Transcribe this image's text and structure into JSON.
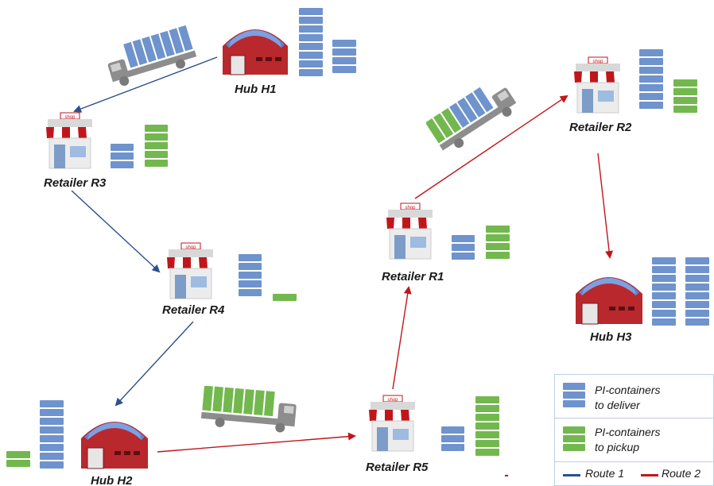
{
  "nodes": {
    "hub_h1": {
      "label": "Hub  H1"
    },
    "hub_h2": {
      "label": "Hub  H2"
    },
    "hub_h3": {
      "label": "Hub  H3"
    },
    "retailer_r1": {
      "label": "Retailer  R1"
    },
    "retailer_r2": {
      "label": "Retailer  R2"
    },
    "retailer_r3": {
      "label": "Retailer  R3"
    },
    "retailer_r4": {
      "label": "Retailer  R4"
    },
    "retailer_r5": {
      "label": "Retailer  R5"
    }
  },
  "shop_sign": "shop",
  "legend": {
    "deliver_line1": "PI-containers",
    "deliver_line2": "to deliver",
    "pickup_line1": "PI-containers",
    "pickup_line2": "to pickup",
    "route1": "Route 1",
    "route2": "Route 2"
  },
  "colors": {
    "route1": "#2c4f8e",
    "route2": "#c0161b",
    "deliver": "#6f93cc",
    "pickup": "#73b84e"
  }
}
